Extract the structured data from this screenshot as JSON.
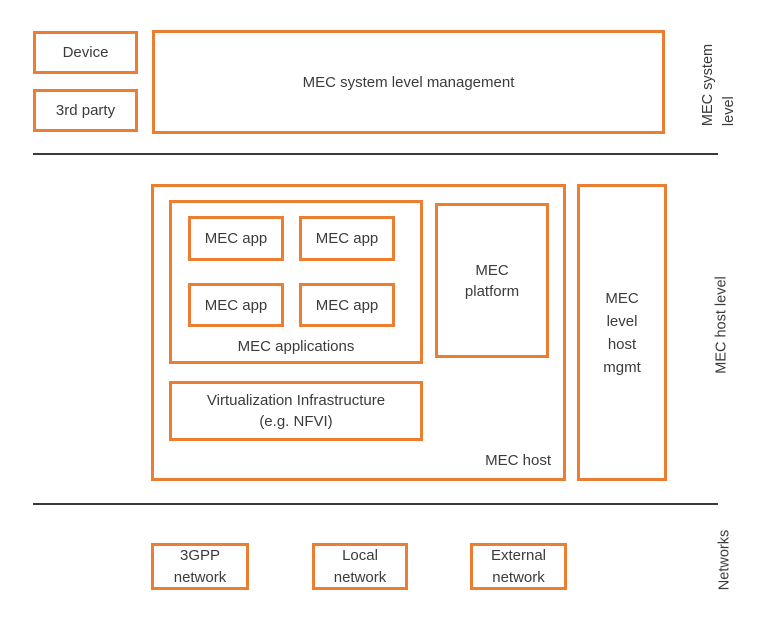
{
  "colors": {
    "accent": "#ED7D31",
    "text": "#3B3B3B",
    "line": "#3A3A3A",
    "bg": "#FFFFFF"
  },
  "system_level": {
    "side_label_line1": "MEC system",
    "side_label_line2": "level",
    "device": "Device",
    "third_party": "3rd party",
    "management": "MEC system level management"
  },
  "host_level": {
    "side_label": "MEC host level",
    "host_caption": "MEC host",
    "applications_caption": "MEC applications",
    "apps": [
      "MEC app",
      "MEC app",
      "MEC app",
      "MEC app"
    ],
    "platform_line1": "MEC",
    "platform_line2": "platform",
    "virtualization_line1": "Virtualization Infrastructure",
    "virtualization_line2": "(e.g. NFVI)",
    "host_mgmt_line1": "MEC",
    "host_mgmt_line2": "level",
    "host_mgmt_line3": "host",
    "host_mgmt_line4": "mgmt"
  },
  "networks": {
    "side_label": "Networks",
    "items": [
      {
        "line1": "3GPP",
        "line2": "network"
      },
      {
        "line1": "Local",
        "line2": "network"
      },
      {
        "line1": "External",
        "line2": "network"
      }
    ]
  }
}
